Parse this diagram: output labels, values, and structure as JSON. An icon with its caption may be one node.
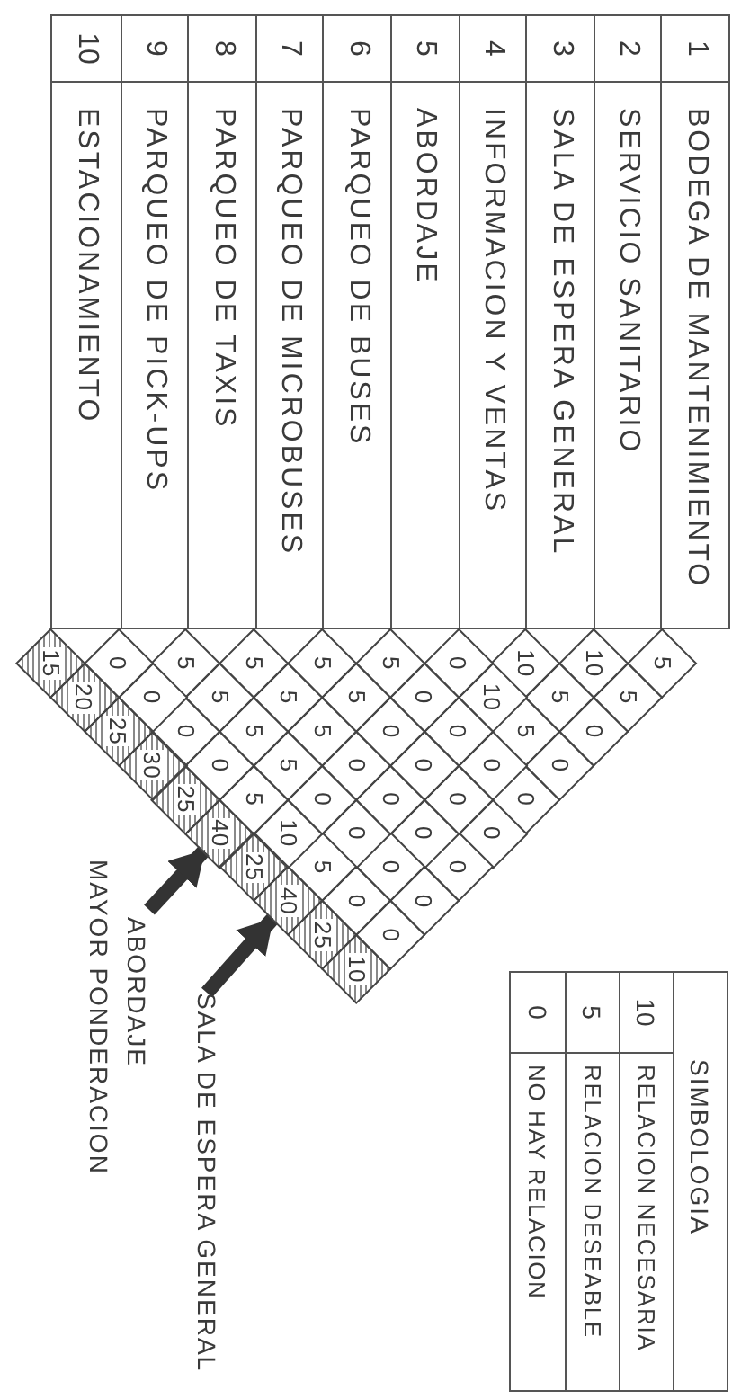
{
  "diagram": {
    "nodes": [
      {
        "text": [
          "ABORDAJE",
          "MAYOR PONDERACION"
        ]
      },
      {
        "text": [
          "40"
        ]
      },
      {
        "text": [
          "SALA DE ESPERA GENERAL"
        ]
      },
      {
        "text": [
          "40"
        ]
      }
    ],
    "edges": [
      {
        "from": 0,
        "to": 1,
        "arrow": "to"
      },
      {
        "from": 2,
        "to": 3,
        "arrow": "to"
      }
    ],
    "labels": [
      "1",
      "BODEGA DE MANTENIMIENTO",
      "2",
      "SERVICIO SANITARIO",
      "3",
      "SALA DE ESPERA GENERAL",
      "4",
      "INFORMACION Y VENTAS",
      "5",
      "ABORDAJE",
      "6",
      "PARQUEO DE BUSES",
      "7",
      "PARQUEO DE MICROBUSES",
      "8",
      "PARQUEO DE TAXIS",
      "9",
      "PARQUEO DE PICK-UPS",
      "10",
      "ESTACIONAMIENTO",
      "5",
      "5",
      "0",
      "0",
      "0",
      "0",
      "0",
      "0",
      "0",
      "10",
      "5",
      "5",
      "0",
      "0",
      "0",
      "0",
      "0",
      "10",
      "10",
      "0",
      "0",
      "0",
      "0",
      "5",
      "0",
      "0",
      "0",
      "0",
      "0",
      "10",
      "5",
      "5",
      "5",
      "5",
      "5",
      "5",
      "5",
      "5",
      "0",
      "5",
      "5",
      "0",
      "5",
      "0",
      "0",
      "10",
      "25",
      "25",
      "25",
      "30",
      "25",
      "20",
      "15",
      "SIMBOLOGIA",
      "10",
      "RELACION NECESARIA",
      "5",
      "RELACION DESEABLE",
      "0",
      "NO HAY RELACION"
    ]
  }
}
